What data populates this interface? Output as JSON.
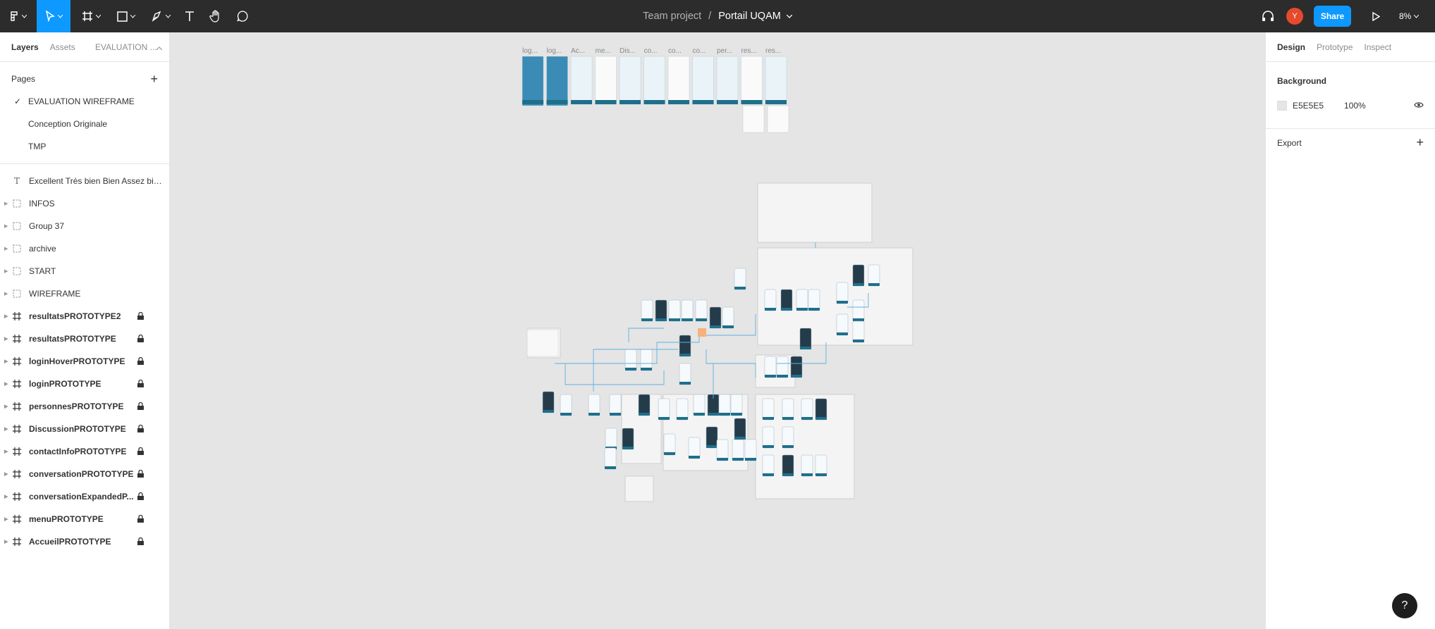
{
  "toolbar": {
    "project": "Team project",
    "separator": "/",
    "file": "Portail UQAM",
    "avatar_initial": "Y",
    "share_label": "Share",
    "zoom": "8%"
  },
  "left_panel": {
    "tabs": [
      "Layers",
      "Assets"
    ],
    "current_page": "EVALUATION ...",
    "pages_title": "Pages",
    "pages": [
      {
        "label": "EVALUATION WIREFRAME",
        "selected": true
      },
      {
        "label": "Conception Originale",
        "selected": false
      },
      {
        "label": "TMP",
        "selected": false
      }
    ],
    "layers": [
      {
        "label": "Excellent Très bien Bien Assez bie...",
        "type": "text"
      },
      {
        "label": "INFOS",
        "type": "group"
      },
      {
        "label": "Group 37",
        "type": "group"
      },
      {
        "label": "archive",
        "type": "group"
      },
      {
        "label": "START",
        "type": "group"
      },
      {
        "label": "WIREFRAME",
        "type": "group"
      },
      {
        "label": "resultatsPROTOTYPE2",
        "type": "frame"
      },
      {
        "label": "resultatsPROTOTYPE",
        "type": "frame"
      },
      {
        "label": "loginHoverPROTOTYPE",
        "type": "frame"
      },
      {
        "label": "loginPROTOTYPE",
        "type": "frame"
      },
      {
        "label": "personnesPROTOTYPE",
        "type": "frame"
      },
      {
        "label": "DiscussionPROTOTYPE",
        "type": "frame"
      },
      {
        "label": "contactInfoPROTOTYPE",
        "type": "frame"
      },
      {
        "label": "conversationPROTOTYPE",
        "type": "frame"
      },
      {
        "label": "conversationExpandedP...",
        "type": "frame"
      },
      {
        "label": "menuPROTOTYPE",
        "type": "frame"
      },
      {
        "label": "AccueilPROTOTYPE",
        "type": "frame"
      }
    ]
  },
  "right_panel": {
    "tabs": [
      "Design",
      "Prototype",
      "Inspect"
    ],
    "background_title": "Background",
    "background_hex": "E5E5E5",
    "background_opacity": "100%",
    "export_title": "Export"
  },
  "canvas": {
    "frame_labels": [
      "log...",
      "log...",
      "Ac...",
      "me...",
      "Dis...",
      "co...",
      "co...",
      "co...",
      "per...",
      "res...",
      "res..."
    ]
  },
  "colors": {
    "toolbar_bg": "#2c2c2c",
    "accent": "#0d99ff",
    "avatar": "#e54a2d",
    "canvas_bg": "#e5e5e5",
    "frame_teal": "#1f6f8b",
    "connector": "#5fb0e0"
  },
  "help_label": "?"
}
